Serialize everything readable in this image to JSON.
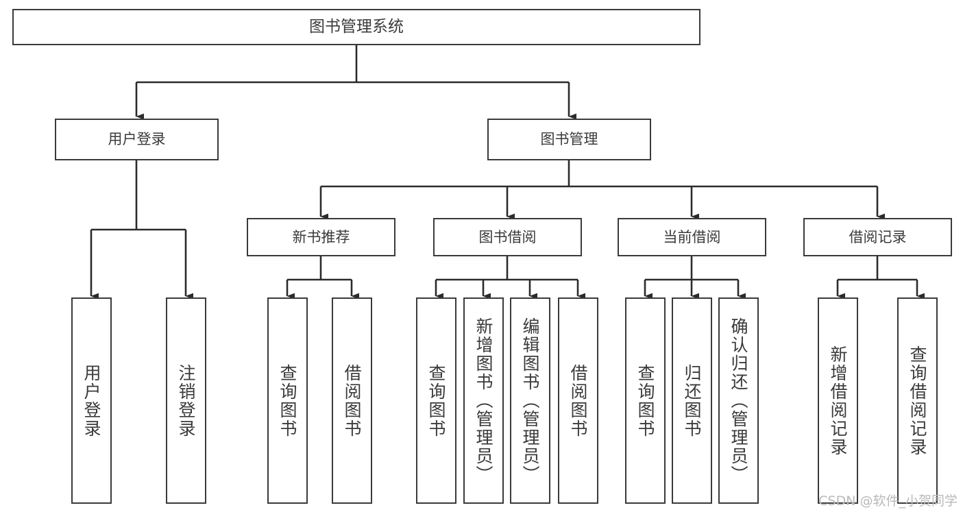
{
  "diagram": {
    "title": "图书管理系统",
    "type": "tree-hierarchy",
    "orientation": "top-down",
    "colors": {
      "box_stroke": "#3a3a3a",
      "box_fill": "#ffffff",
      "connector": "#2b2b2b",
      "text": "#3a3a3a",
      "watermark": "#b9b9b9",
      "background": "#ffffff"
    },
    "root": {
      "label": "图书管理系统"
    },
    "level2": [
      {
        "id": "user-login",
        "label": "用户登录"
      },
      {
        "id": "book-management",
        "label": "图书管理"
      }
    ],
    "level3": [
      {
        "id": "new-book-recommend",
        "label": "新书推荐",
        "parent": "book-management"
      },
      {
        "id": "book-borrow",
        "label": "图书借阅",
        "parent": "book-management"
      },
      {
        "id": "current-borrow",
        "label": "当前借阅",
        "parent": "book-management"
      },
      {
        "id": "borrow-record",
        "label": "借阅记录",
        "parent": "book-management"
      }
    ],
    "leaves": [
      {
        "id": "leaf-user-login",
        "label": "用户登录",
        "parent": "user-login"
      },
      {
        "id": "leaf-logout-login",
        "label": "注销登录",
        "parent": "user-login"
      },
      {
        "id": "leaf-query-book-1",
        "label": "查询图书",
        "parent": "new-book-recommend"
      },
      {
        "id": "leaf-borrow-book-1",
        "label": "借阅图书",
        "parent": "new-book-recommend"
      },
      {
        "id": "leaf-query-book-2",
        "label": "查询图书",
        "parent": "book-borrow"
      },
      {
        "id": "leaf-add-book",
        "label": "新增图书（管理员）",
        "parent": "book-borrow"
      },
      {
        "id": "leaf-edit-book",
        "label": "编辑图书（管理员）",
        "parent": "book-borrow"
      },
      {
        "id": "leaf-borrow-book-2",
        "label": "借阅图书",
        "parent": "book-borrow"
      },
      {
        "id": "leaf-query-book-3",
        "label": "查询图书",
        "parent": "current-borrow"
      },
      {
        "id": "leaf-return-book",
        "label": "归还图书",
        "parent": "current-borrow"
      },
      {
        "id": "leaf-confirm-return",
        "label": "确认归还（管理员）",
        "parent": "current-borrow"
      },
      {
        "id": "leaf-add-record",
        "label": "新增借阅记录",
        "parent": "borrow-record"
      },
      {
        "id": "leaf-query-record",
        "label": "查询借阅记录",
        "parent": "borrow-record"
      }
    ],
    "watermark": "CSDN @软件_小贺同学"
  }
}
